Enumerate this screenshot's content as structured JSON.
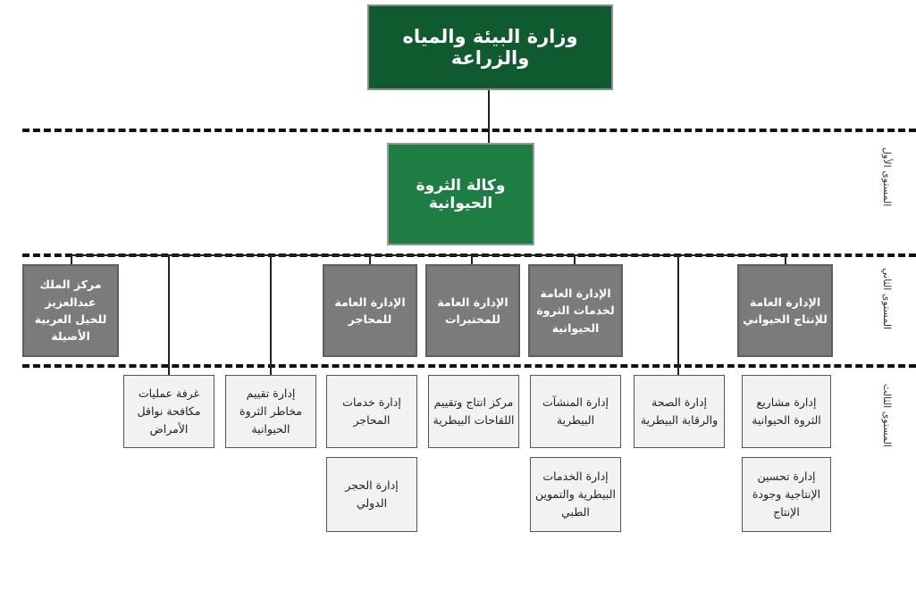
{
  "ministry": "وزارة البيئة والمياه والزراعة",
  "agency": "وكالة الثروة الحيوانية",
  "levels": {
    "first": "المستوى الأول",
    "second": "المستوى الثاني",
    "third": "المستوى الثالث"
  },
  "level2": [
    "الإدارة العامة للإنتاج الحيواني",
    "الإدارة العامة لخدمات الثروة الحيوانية",
    "الإدارة العامة للمختبرات",
    "الإدارة العامة للمحاجر",
    "مركز الملك عبدالعزيز للخيل العربية الأصيلة"
  ],
  "level3": {
    "production_projects": "إدارة مشاريع الثروة الحيوانية",
    "production_quality": "إدارة تحسين الإنتاجية وجودة الإنتاج",
    "vet_health": "إدارة الصحة والرقابة البيطرية",
    "vet_facilities": "إدارة المنشآت البيطرية",
    "vet_services": "إدارة الخدمات البيطرية والتموين الطبي",
    "vaccines": "مركز انتاج وتقييم اللقاحات البيطرية",
    "quarantine_services": "إدارة خدمات المحاجر",
    "intl_quarantine": "إدارة الحجر الدولي",
    "risk_assessment": "إدارة تقييم مخاطر الثروة الحيوانية",
    "ops_room": "غرفة عمليات مكافحة نواقل الأمراض"
  }
}
